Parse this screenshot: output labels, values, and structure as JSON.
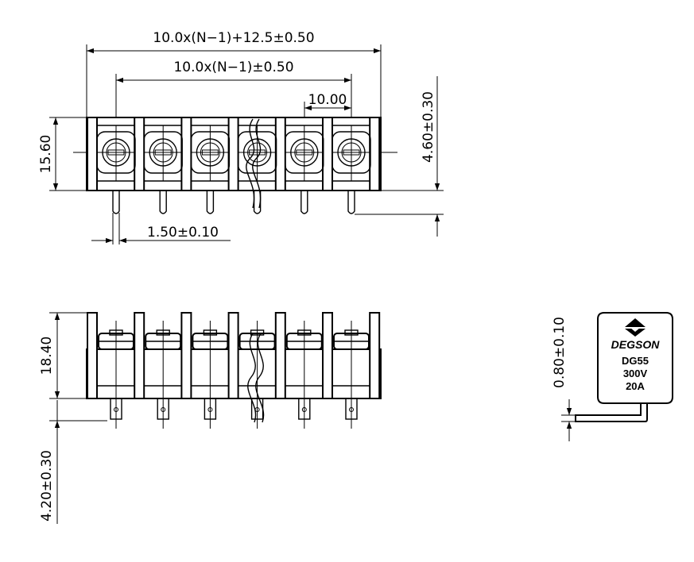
{
  "dimensions": {
    "overall_length": "10.0x(N−1)+12.5±0.50",
    "pitch_span": "10.0x(N−1)±0.50",
    "pitch": "10.00",
    "body_height": "15.60",
    "pin_offset": "4.60±0.30",
    "pin_width": "1.50±0.10",
    "side_height": "18.40",
    "pin_length": "4.20±0.30",
    "pin_thickness": "0.80±0.10"
  },
  "product_label": {
    "brand": "DEGSON",
    "model": "DG55",
    "voltage": "300V",
    "current": "20A"
  },
  "poles_drawn": 6
}
